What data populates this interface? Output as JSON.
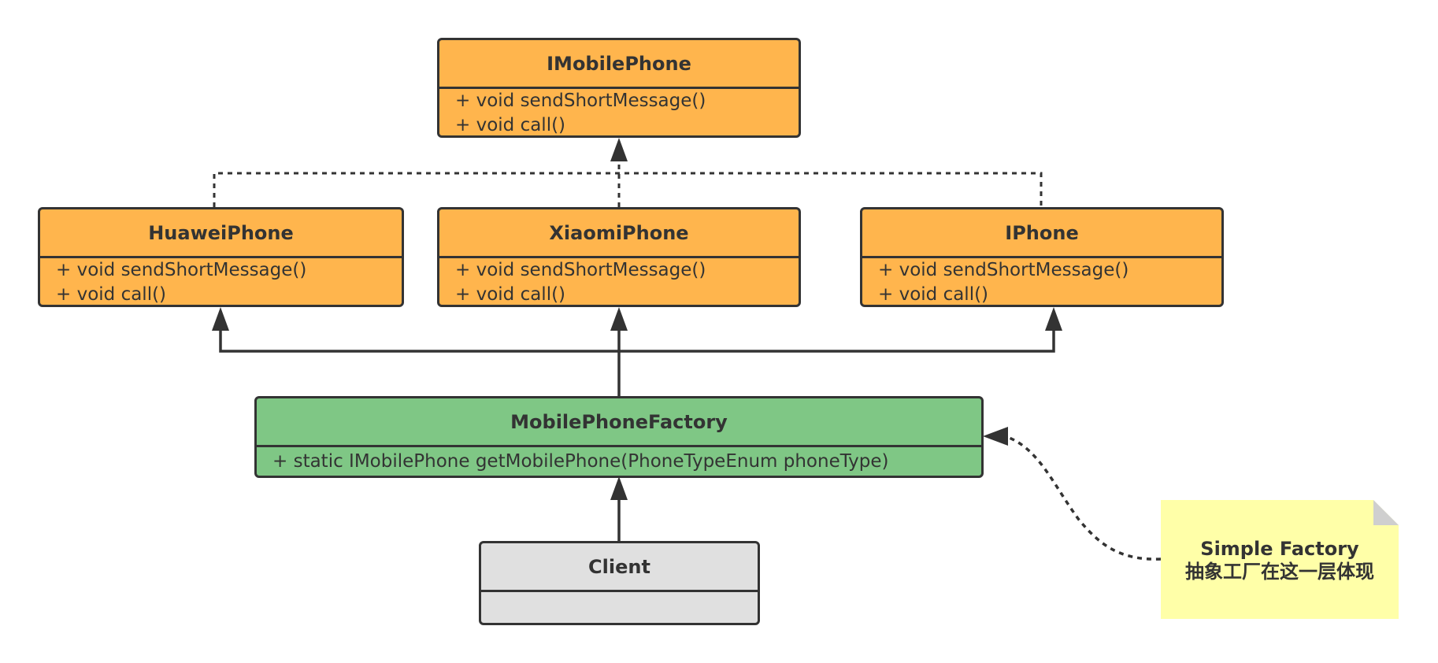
{
  "diagram": {
    "type": "uml-class-diagram",
    "classes": {
      "imobilephone": {
        "name": "IMobilePhone",
        "operations": [
          "+ void sendShortMessage()",
          "+ void call()"
        ],
        "fill": "#FFB54D"
      },
      "huawei": {
        "name": "HuaweiPhone",
        "operations": [
          "+ void sendShortMessage()",
          "+ void call()"
        ],
        "fill": "#FFB54D"
      },
      "xiaomi": {
        "name": "XiaomiPhone",
        "operations": [
          "+ void sendShortMessage()",
          "+ void call()"
        ],
        "fill": "#FFB54D"
      },
      "iphone": {
        "name": "IPhone",
        "operations": [
          "+ void sendShortMessage()",
          "+ void call()"
        ],
        "fill": "#FFB54D"
      },
      "factory": {
        "name": "MobilePhoneFactory",
        "operations": [
          "+ static IMobilePhone getMobilePhone(PhoneTypeEnum phoneType)"
        ],
        "fill": "#7FC785"
      },
      "client": {
        "name": "Client",
        "operations": [],
        "fill": "#E0E0E0"
      }
    },
    "relations": [
      {
        "from": "HuaweiPhone",
        "to": "IMobilePhone",
        "kind": "realization"
      },
      {
        "from": "XiaomiPhone",
        "to": "IMobilePhone",
        "kind": "realization"
      },
      {
        "from": "IPhone",
        "to": "IMobilePhone",
        "kind": "realization"
      },
      {
        "from": "MobilePhoneFactory",
        "to": "HuaweiPhone",
        "kind": "dependency"
      },
      {
        "from": "MobilePhoneFactory",
        "to": "XiaomiPhone",
        "kind": "dependency"
      },
      {
        "from": "MobilePhoneFactory",
        "to": "IPhone",
        "kind": "dependency"
      },
      {
        "from": "Client",
        "to": "MobilePhoneFactory",
        "kind": "dependency"
      },
      {
        "from": "note",
        "to": "MobilePhoneFactory",
        "kind": "annotation"
      }
    ],
    "note": {
      "line1": "Simple Factory",
      "line2": "抽象工厂在这一层体现",
      "fill": "#FFFFA8"
    },
    "stroke_color": "#333333"
  }
}
